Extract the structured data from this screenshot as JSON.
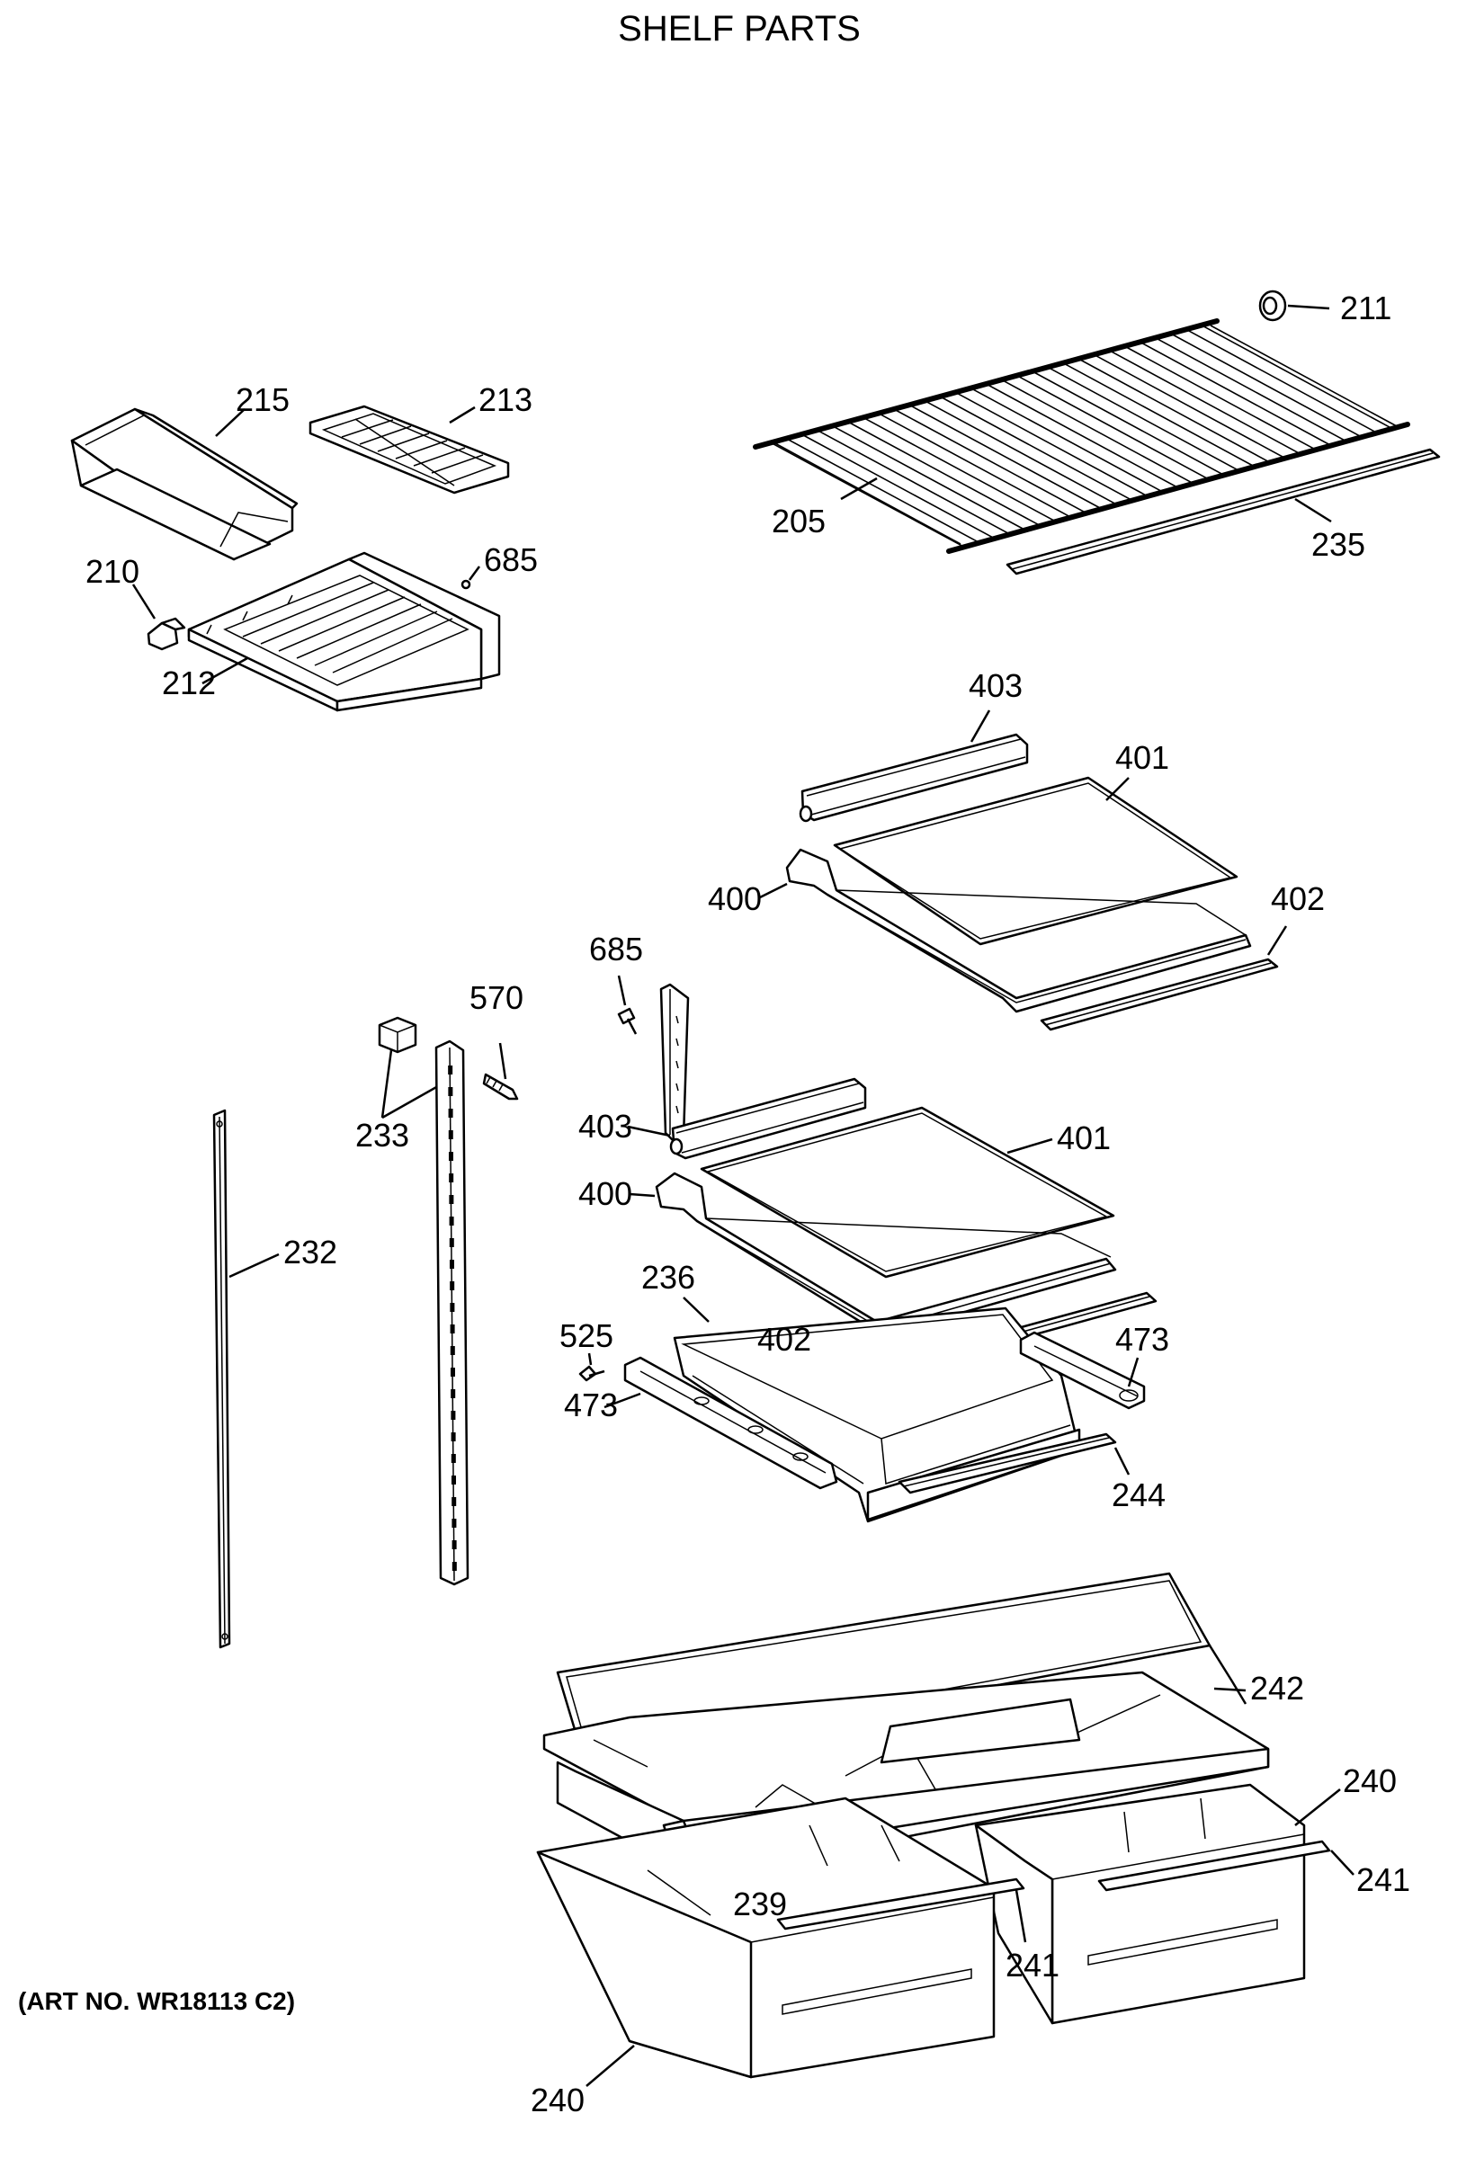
{
  "title": "SHELF PARTS",
  "art_number": "(ART NO. WR18113 C2)",
  "callouts": {
    "c211": "211",
    "c215": "215",
    "c213": "213",
    "c205": "205",
    "c235": "235",
    "c210": "210",
    "c685a": "685",
    "c212": "212",
    "c403a": "403",
    "c401a": "401",
    "c400a": "400",
    "c402a": "402",
    "c685b": "685",
    "c570": "570",
    "c233": "233",
    "c232": "232",
    "c403b": "403",
    "c401b": "401",
    "c400b": "400",
    "c236": "236",
    "c525": "525",
    "c402b": "402",
    "c473a": "473",
    "c473b": "473",
    "c244": "244",
    "c242": "242",
    "c240a": "240",
    "c241a": "241",
    "c239": "239",
    "c241b": "241",
    "c240b": "240"
  }
}
